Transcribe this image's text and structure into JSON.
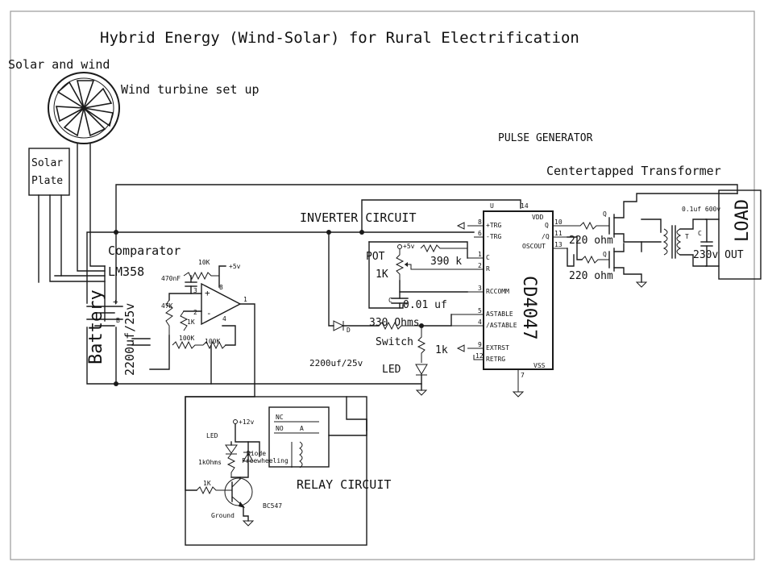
{
  "title": "Hybrid Energy (Wind-Solar) for Rural Electrification",
  "sections": {
    "solar_wind": "Solar and wind",
    "wind_setup": "Wind turbine set up",
    "solar_plate_1": "Solar",
    "solar_plate_2": "Plate",
    "pulse_generator": "PULSE GENERATOR",
    "transformer": "Centertapped Transformer",
    "inverter": "INVERTER CIRCUIT",
    "comparator_1": "Comparator",
    "comparator_2": "LM358",
    "relay": "RELAY CIRCUIT",
    "battery": "Battery",
    "load": "LOAD",
    "switch": "Switch"
  },
  "ic": {
    "name": "CD4047",
    "pins_left": [
      "+TRG",
      "-TRG",
      "C",
      "R",
      "RCCOMM",
      "ASTABLE",
      "/ASTABLE",
      "EXTRST",
      "RETRG"
    ],
    "pins_left_nums": [
      "8",
      "6",
      "1",
      "2",
      "3",
      "5",
      "4",
      "9",
      "12"
    ],
    "pins_right": [
      "VDD",
      "Q",
      "/Q",
      "OSCOUT"
    ],
    "pins_right_nums": [
      "14",
      "10",
      "11",
      "13"
    ],
    "vss": "VSS",
    "u_label": "U",
    "vss_num": "7"
  },
  "components": {
    "pot": "POT",
    "pot_1k": "1K",
    "r390": "390 k",
    "c001": "0.01 uf",
    "r330": "330 Ohms",
    "r1k": "1k",
    "cap2200_main": "2200uf/25v",
    "cap2200_led": "2200uf/25v",
    "led": "LED",
    "plus5_a": "+5v",
    "plus5_b": "+5v",
    "r220_a": "220 ohm",
    "r220_b": "220 ohm",
    "cap_out": "0.1uf 600v",
    "c_label": "C",
    "t_label": "T",
    "out230": "230v OUT",
    "r10k": "10K",
    "c470": "470nF",
    "r47k": "47K",
    "r1k_cmp": "1K",
    "r100k_a": "100K",
    "r100k_b": "100K",
    "pin8": "8",
    "pin1": "1",
    "pin2": "2",
    "pin3": "3",
    "pin4": "4",
    "plus": "+",
    "minus": "-",
    "b_label": "B",
    "c_small": "C",
    "d_label": "D",
    "q_label": "Q",
    "plus12": "+12v",
    "led_relay": "LED",
    "r1kohm": "1kOhms",
    "diode_1": "Diode",
    "diode_2": "Freewheeling",
    "nc": "NC",
    "no": "NO",
    "a": "A",
    "r1k_relay": "1K",
    "bc547": "BC547",
    "ground": "Ground"
  }
}
